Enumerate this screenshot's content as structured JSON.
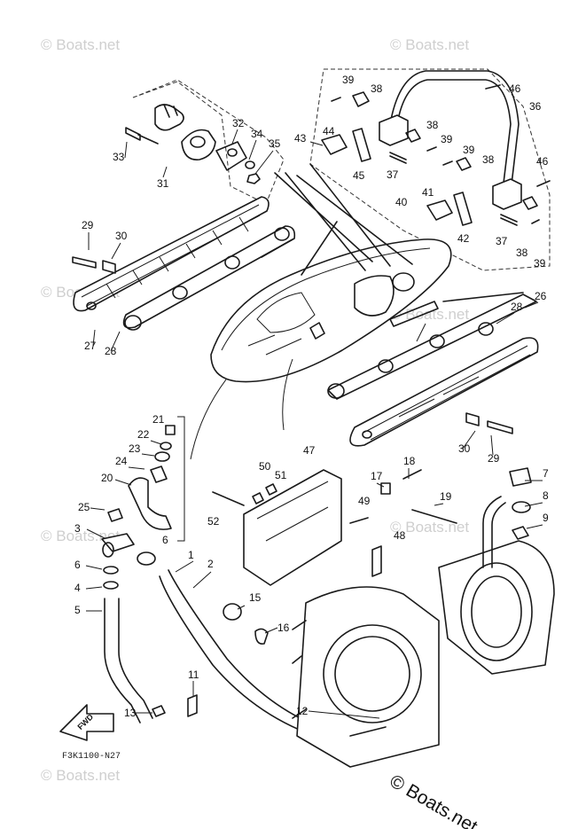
{
  "watermark": "© Boats.net",
  "brand": "© Boats.net",
  "drawing_code": "F3K1100-N27",
  "fwd_label": "FWD",
  "parts": [
    {
      "id": "p1",
      "num": "1"
    },
    {
      "id": "p2",
      "num": "2"
    },
    {
      "id": "p3",
      "num": "3"
    },
    {
      "id": "p4",
      "num": "4"
    },
    {
      "id": "p5",
      "num": "5"
    },
    {
      "id": "p6a",
      "num": "6"
    },
    {
      "id": "p6b",
      "num": "6"
    },
    {
      "id": "p7",
      "num": "7"
    },
    {
      "id": "p8",
      "num": "8"
    },
    {
      "id": "p9",
      "num": "9"
    },
    {
      "id": "p11",
      "num": "11"
    },
    {
      "id": "p12",
      "num": "12"
    },
    {
      "id": "p13",
      "num": "13"
    },
    {
      "id": "p15",
      "num": "15"
    },
    {
      "id": "p16",
      "num": "16"
    },
    {
      "id": "p17",
      "num": "17"
    },
    {
      "id": "p18",
      "num": "18"
    },
    {
      "id": "p19",
      "num": "19"
    },
    {
      "id": "p20",
      "num": "20"
    },
    {
      "id": "p21",
      "num": "21"
    },
    {
      "id": "p22",
      "num": "22"
    },
    {
      "id": "p23",
      "num": "23"
    },
    {
      "id": "p24",
      "num": "24"
    },
    {
      "id": "p25",
      "num": "25"
    },
    {
      "id": "p26",
      "num": "26"
    },
    {
      "id": "p27",
      "num": "27"
    },
    {
      "id": "p28a",
      "num": "28"
    },
    {
      "id": "p28b",
      "num": "28"
    },
    {
      "id": "p29a",
      "num": "29"
    },
    {
      "id": "p29b",
      "num": "29"
    },
    {
      "id": "p30a",
      "num": "30"
    },
    {
      "id": "p30b",
      "num": "30"
    },
    {
      "id": "p31",
      "num": "31"
    },
    {
      "id": "p32",
      "num": "32"
    },
    {
      "id": "p33",
      "num": "33"
    },
    {
      "id": "p34",
      "num": "34"
    },
    {
      "id": "p35",
      "num": "35"
    },
    {
      "id": "p36",
      "num": "36"
    },
    {
      "id": "p37a",
      "num": "37"
    },
    {
      "id": "p37b",
      "num": "37"
    },
    {
      "id": "p38a",
      "num": "38"
    },
    {
      "id": "p38b",
      "num": "38"
    },
    {
      "id": "p38c",
      "num": "38"
    },
    {
      "id": "p38d",
      "num": "38"
    },
    {
      "id": "p39a",
      "num": "39"
    },
    {
      "id": "p39b",
      "num": "39"
    },
    {
      "id": "p39c",
      "num": "39"
    },
    {
      "id": "p39d",
      "num": "39"
    },
    {
      "id": "p40",
      "num": "40"
    },
    {
      "id": "p41",
      "num": "41"
    },
    {
      "id": "p42",
      "num": "42"
    },
    {
      "id": "p43",
      "num": "43"
    },
    {
      "id": "p44",
      "num": "44"
    },
    {
      "id": "p45",
      "num": "45"
    },
    {
      "id": "p46a",
      "num": "46"
    },
    {
      "id": "p46b",
      "num": "46"
    },
    {
      "id": "p47",
      "num": "47"
    },
    {
      "id": "p48",
      "num": "48"
    },
    {
      "id": "p49",
      "num": "49"
    },
    {
      "id": "p50",
      "num": "50"
    },
    {
      "id": "p51",
      "num": "51"
    },
    {
      "id": "p52",
      "num": "52"
    }
  ]
}
